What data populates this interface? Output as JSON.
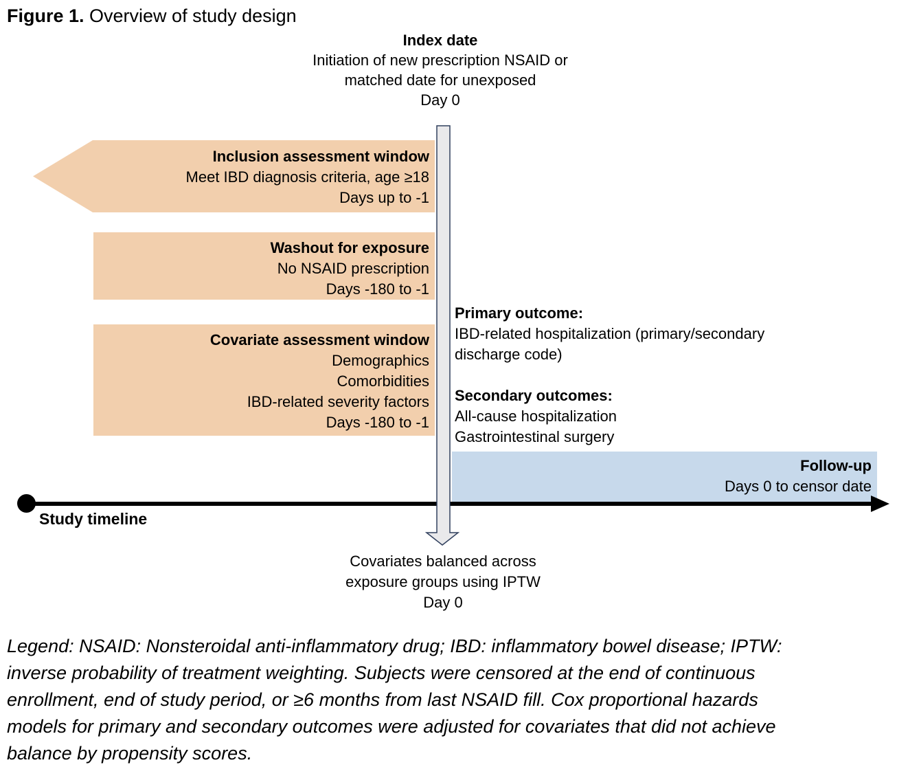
{
  "title": {
    "prefix": "Figure 1.",
    "rest": " Overview of study design"
  },
  "index_date": {
    "heading": "Index date",
    "lines": [
      "Initiation of new prescription NSAID or",
      "matched date for unexposed",
      "Day 0"
    ]
  },
  "windows": {
    "inclusion": {
      "heading": "Inclusion assessment window",
      "lines": [
        "Meet IBD diagnosis criteria, age ≥18",
        "Days up to -1"
      ]
    },
    "washout": {
      "heading": "Washout for exposure",
      "lines": [
        "No NSAID prescription",
        "Days -180 to -1"
      ]
    },
    "covariate": {
      "heading": "Covariate assessment window",
      "lines": [
        "Demographics",
        "Comorbidities",
        "IBD-related severity factors",
        "Days -180 to -1"
      ]
    }
  },
  "outcomes": {
    "primary": {
      "heading": "Primary outcome:",
      "lines": [
        "IBD-related hospitalization (primary/secondary",
        "discharge code)"
      ]
    },
    "secondary": {
      "heading": "Secondary outcomes:",
      "lines": [
        "All-cause hospitalization",
        "Gastrointestinal surgery"
      ]
    }
  },
  "follow_up": {
    "heading": "Follow-up",
    "lines": [
      "Days 0 to censor date"
    ]
  },
  "timeline": {
    "label": "Study timeline"
  },
  "iptw_note": {
    "lines": [
      "Covariates balanced across",
      "exposure groups using IPTW",
      "Day 0"
    ]
  },
  "legend": {
    "lines": [
      "Legend: NSAID: Nonsteroidal anti-inflammatory drug; IBD: inflammatory bowel disease; IPTW:",
      "inverse probability of treatment weighting. Subjects were censored at the end of continuous",
      "enrollment, end of study period, or ≥6 months from last NSAID fill. Cox proportional hazards",
      "models for primary and secondary outcomes were adjusted for covariates that did not achieve",
      "balance by propensity scores."
    ]
  },
  "colors": {
    "window_fill": "#f2cfad",
    "follow_up_fill": "#c7d9eb",
    "arrow_fill": "#e9e9eb",
    "arrow_border": "#31405e",
    "timeline": "#000000"
  }
}
